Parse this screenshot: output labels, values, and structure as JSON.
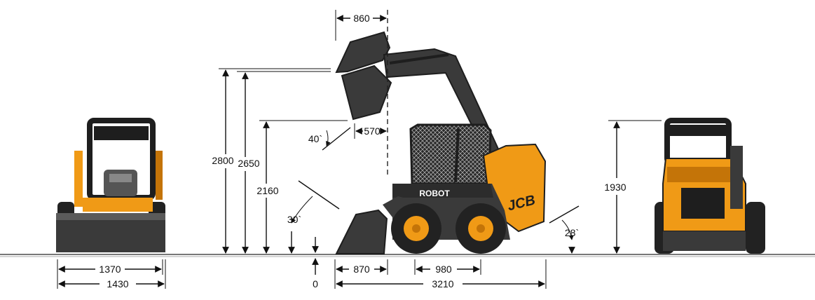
{
  "colors": {
    "body": "#3a3a3a",
    "dark": "#1e1e1e",
    "accent": "#f09a16",
    "accent_dark": "#c47408",
    "ground": "#777777",
    "tyre": "#222222"
  },
  "machine": {
    "model_decal": "ROBOT",
    "brand_decal": "JCB"
  },
  "dimensions": {
    "width_track": "1370",
    "width_overall": "1430",
    "reach_raised": "860",
    "reach_dump": "570",
    "dump_angle": "40`",
    "height_2800": "2800",
    "height_2650": "2650",
    "height_2160": "2160",
    "rollback_angle": "30`",
    "ground_zero": "0",
    "bucket_length": "870",
    "wheelbase": "980",
    "overall_length": "3210",
    "departure_angle": "28`",
    "cab_height": "1930"
  }
}
